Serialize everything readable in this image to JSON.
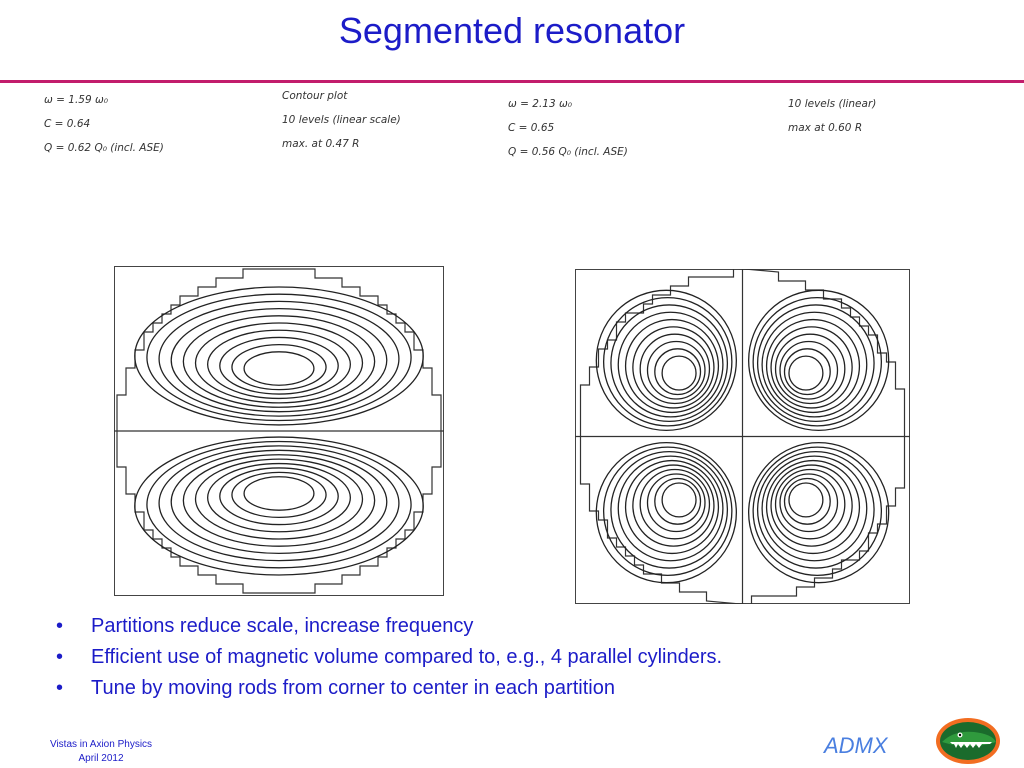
{
  "title": "Segmented resonator",
  "notes_left": {
    "col1": [
      "ω = 1.59 ω₀",
      "C = 0.64",
      "Q = 0.62 Q₀ (incl. ASE)"
    ],
    "col2": [
      "Contour plot",
      "10 levels (linear scale)",
      "max. at 0.47 R"
    ]
  },
  "notes_right": {
    "col1": [
      "ω = 2.13 ω₀",
      "C = 0.65",
      "Q = 0.56 Q₀ (incl. ASE)"
    ],
    "col2": [
      "10 levels (linear)",
      "max at 0.60 R"
    ]
  },
  "plots": [
    {
      "partitions": 2,
      "levels": 10
    },
    {
      "partitions": 4,
      "levels": 10
    }
  ],
  "bullets": [
    "Partitions reduce scale, increase frequency",
    "Efficient use of magnetic volume compared to, e.g., 4 parallel cylinders.",
    "Tune by moving rods from corner to center in each partition"
  ],
  "bullet_glyph": "•",
  "footer": {
    "line1": "Vistas in Axion Physics",
    "line2": "April 2012"
  },
  "brand": "ADMX",
  "logo_icon": "gator-logo-icon",
  "colors": {
    "title": "#1c1cc8",
    "rule": "#c21d6c",
    "brand": "#4a7fe0"
  }
}
